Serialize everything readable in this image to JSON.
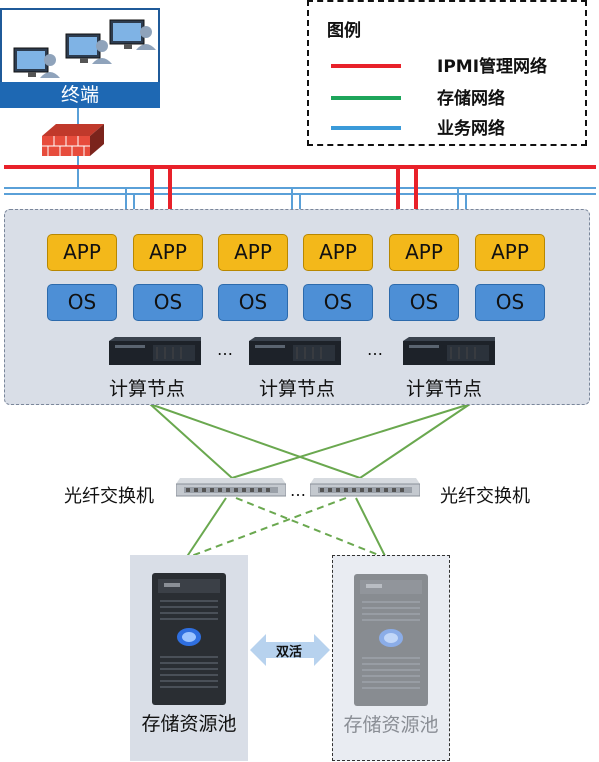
{
  "terminal": {
    "label": "终端"
  },
  "legend": {
    "title": "图例",
    "items": [
      {
        "label": "IPMI管理网络",
        "color": "#e8212a"
      },
      {
        "label": "存储网络",
        "color": "#1da55a"
      },
      {
        "label": "业务网络",
        "color": "#3a9ad9"
      }
    ]
  },
  "cluster": {
    "app_label": "APP",
    "os_label": "OS",
    "node_labels": [
      "计算节点",
      "计算节点",
      "计算节点"
    ],
    "ellipsis": "…"
  },
  "switches": {
    "left_label": "光纤交换机",
    "right_label": "光纤交换机",
    "ellipsis": "…"
  },
  "storage": {
    "primary_label": "存储资源池",
    "secondary_label": "存储资源池",
    "link_label": "双活"
  },
  "colors": {
    "ipmi": "#e8212a",
    "storage_net": "#6aa84f",
    "business": "#5aa0d8",
    "app_fill": "#f3b81a",
    "os_fill": "#4d8fd6",
    "terminal_blue": "#1e68b3"
  }
}
